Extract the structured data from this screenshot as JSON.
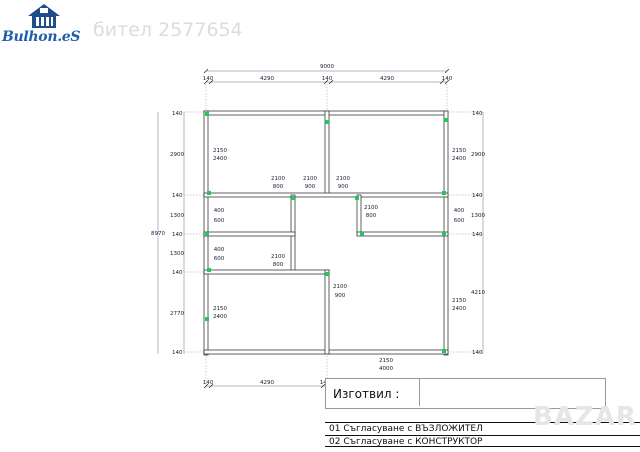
{
  "header": {
    "logo_text": "Bulhon.eS",
    "seller_text": "бител 2577654"
  },
  "dimensions": {
    "top_total": "9000",
    "top_segments": [
      "140",
      "4290",
      "140",
      "4290",
      "140"
    ],
    "bottom_segments": [
      "140",
      "4290",
      "140"
    ],
    "left_total": "8970",
    "left_segments": [
      "140",
      "2900",
      "140",
      "1300",
      "140",
      "1300",
      "140",
      "2770",
      "140"
    ],
    "right_outer": [
      "2900",
      "1300",
      "4210"
    ],
    "right_inner": [
      "140",
      "140",
      "140",
      "140"
    ]
  },
  "openings": [
    {
      "top": "2150",
      "bottom": "2400"
    },
    {
      "top": "2100",
      "bottom": "800"
    },
    {
      "top": "2100",
      "bottom": "900"
    },
    {
      "top": "2100",
      "bottom": "900"
    },
    {
      "top": "2150",
      "bottom": "2400"
    },
    {
      "top": "400",
      "bottom": "600"
    },
    {
      "top": "2100",
      "bottom": "800"
    },
    {
      "top": "400",
      "bottom": "600"
    },
    {
      "top": "400",
      "bottom": "600"
    },
    {
      "top": "2100",
      "bottom": "800"
    },
    {
      "top": "2100",
      "bottom": "900"
    },
    {
      "top": "2150",
      "bottom": "2400"
    },
    {
      "top": "2150",
      "bottom": "2400"
    },
    {
      "top": "2150",
      "bottom": "4000"
    }
  ],
  "title_block": {
    "made_by_label": "Изготвил :",
    "rows": [
      "01 Съгласуване с ВЪЗЛОЖИТЕЛ",
      "02 Съгласуване с КОНСТРУКТОР"
    ]
  },
  "watermark": "BAZAR",
  "colors": {
    "column_marker": "#22c55e",
    "logo": "#1f5fa8"
  }
}
